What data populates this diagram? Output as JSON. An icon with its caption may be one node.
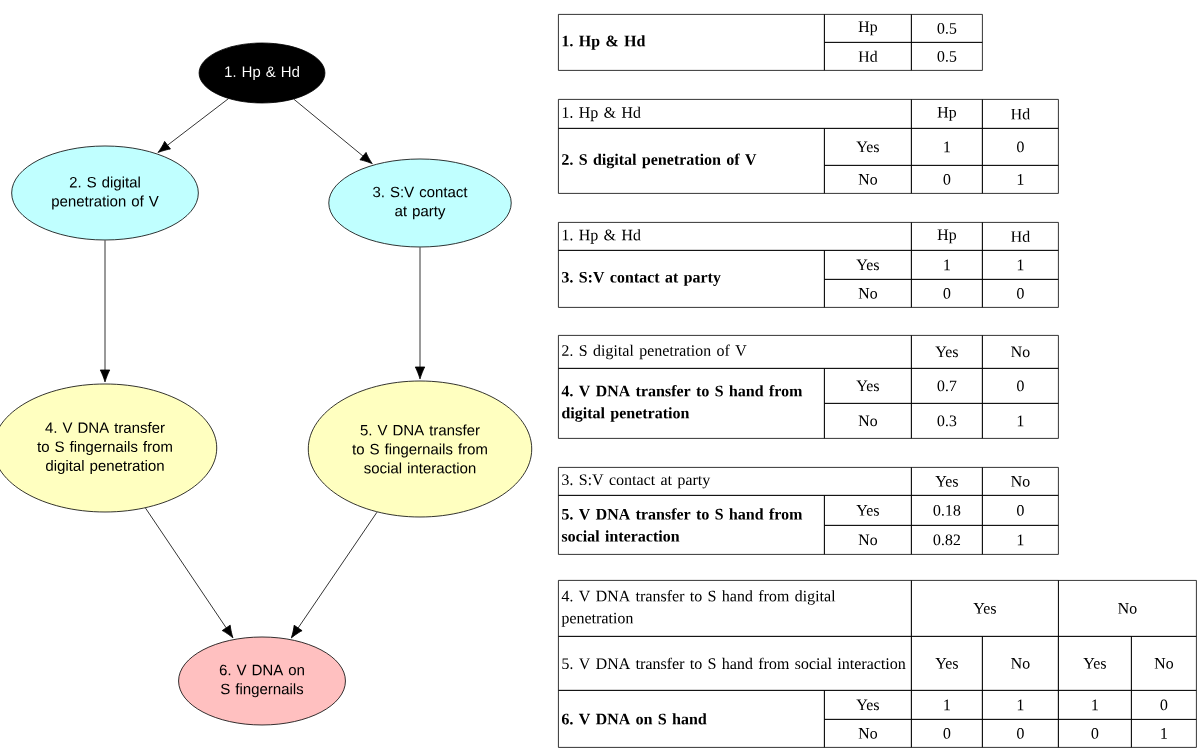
{
  "diagram": {
    "nodes": [
      {
        "text": [
          "1. Hp & Hd"
        ]
      },
      {
        "text": [
          "2. S digital penetration of V"
        ]
      },
      {
        "text": [
          "3. S:V contact at party"
        ]
      },
      {
        "text": [
          "4. V DNA transfer to S fingernails from digital penetration"
        ]
      },
      {
        "text": [
          "5. V DNA transfer to S fingernails from social interaction"
        ]
      },
      {
        "text": [
          "6. V DNA on S fingernails"
        ]
      }
    ],
    "edges": [
      {
        "from": 0,
        "to": 1,
        "arrow": "to"
      },
      {
        "from": 0,
        "to": 2,
        "arrow": "to"
      },
      {
        "from": 1,
        "to": 3,
        "arrow": "to"
      },
      {
        "from": 2,
        "to": 4,
        "arrow": "to"
      },
      {
        "from": 3,
        "to": 5,
        "arrow": "to"
      },
      {
        "from": 4,
        "to": 5,
        "arrow": "to"
      }
    ],
    "labels": [
      "1. Hp & Hd",
      "Hp",
      "0.5",
      "Hd",
      "0.5",
      "1. Hp & Hd",
      "Hp",
      "Hd",
      "2. S digital penetration of V",
      "Yes",
      "1",
      "0",
      "No",
      "0",
      "1",
      "1. Hp & Hd",
      "Hp",
      "Hd",
      "3. S:V contact at party",
      "Yes",
      "1",
      "1",
      "No",
      "0",
      "0",
      "2. S digital penetration of V",
      "Yes",
      "No",
      "4. V DNA transfer to S hand from digital penetration",
      "Yes",
      "0.7",
      "0",
      "No",
      "0.3",
      "1",
      "3. S:V contact at party",
      "Yes",
      "No",
      "5. V DNA transfer to S hand from social interaction",
      "Yes",
      "0.18",
      "0",
      "No",
      "0.82",
      "1",
      "4. V DNA transfer to S hand from digital penetration",
      "Yes",
      "No",
      "5. V DNA transfer to S hand from social interaction",
      "Yes",
      "No",
      "Yes",
      "No",
      "6. V DNA on S hand",
      "Yes",
      "1",
      "1",
      "1",
      "0",
      "No",
      "0",
      "0",
      "0",
      "1"
    ]
  }
}
